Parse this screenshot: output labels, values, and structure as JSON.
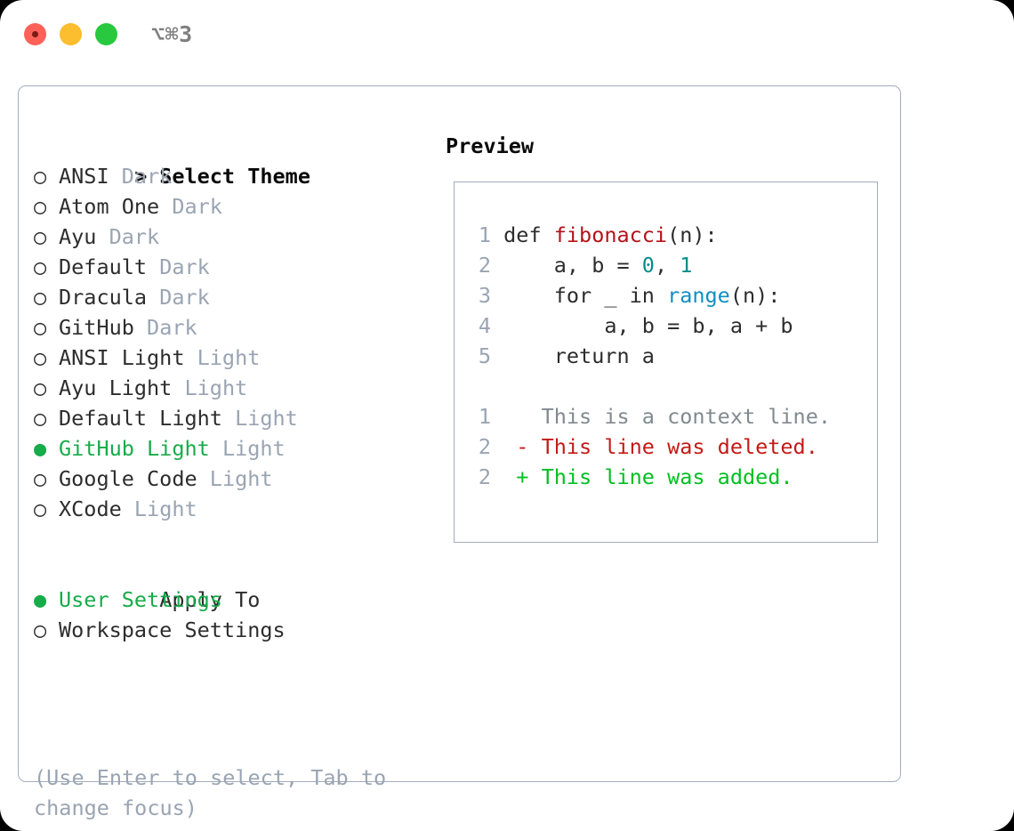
{
  "titlebar": {
    "shortcut": "⌥⌘3",
    "buttons": [
      "close",
      "minimize",
      "maximize"
    ]
  },
  "left": {
    "heading": {
      "marker": ">",
      "label": "Select Theme"
    },
    "themes": [
      {
        "marker": "○",
        "name": "ANSI",
        "category": "Dark",
        "selected": false
      },
      {
        "marker": "○",
        "name": "Atom One",
        "category": "Dark",
        "selected": false
      },
      {
        "marker": "○",
        "name": "Ayu",
        "category": "Dark",
        "selected": false
      },
      {
        "marker": "○",
        "name": "Default",
        "category": "Dark",
        "selected": false
      },
      {
        "marker": "○",
        "name": "Dracula",
        "category": "Dark",
        "selected": false
      },
      {
        "marker": "○",
        "name": "GitHub",
        "category": "Dark",
        "selected": false
      },
      {
        "marker": "○",
        "name": "ANSI Light",
        "category": "Light",
        "selected": false
      },
      {
        "marker": "○",
        "name": "Ayu Light",
        "category": "Light",
        "selected": false
      },
      {
        "marker": "○",
        "name": "Default Light",
        "category": "Light",
        "selected": false
      },
      {
        "marker": "●",
        "name": "GitHub Light",
        "category": "Light",
        "selected": true
      },
      {
        "marker": "○",
        "name": "Google Code",
        "category": "Light",
        "selected": false
      },
      {
        "marker": "○",
        "name": "XCode",
        "category": "Light",
        "selected": false
      }
    ],
    "apply_to": {
      "marker": " ",
      "heading": "Apply To",
      "options": [
        {
          "marker": "●",
          "label": "User Settings",
          "selected": true
        },
        {
          "marker": "○",
          "label": "Workspace Settings",
          "selected": false
        }
      ]
    },
    "hint": "(Use Enter to select, Tab to change focus)"
  },
  "right": {
    "title": "Preview",
    "code_lines": [
      {
        "no": "1",
        "segments": [
          {
            "text": "def ",
            "cls": "tok-kw"
          },
          {
            "text": "fibonacci",
            "cls": "tok-fn"
          },
          {
            "text": "(n):",
            "cls": "tok-plain"
          }
        ]
      },
      {
        "no": "2",
        "segments": [
          {
            "text": "    a, b = ",
            "cls": "tok-plain"
          },
          {
            "text": "0",
            "cls": "tok-num"
          },
          {
            "text": ", ",
            "cls": "tok-plain"
          },
          {
            "text": "1",
            "cls": "tok-num"
          }
        ]
      },
      {
        "no": "3",
        "segments": [
          {
            "text": "    for _ in ",
            "cls": "tok-kw"
          },
          {
            "text": "range",
            "cls": "tok-call"
          },
          {
            "text": "(n):",
            "cls": "tok-plain"
          }
        ]
      },
      {
        "no": "4",
        "segments": [
          {
            "text": "        a, b = b, a + b",
            "cls": "tok-plain"
          }
        ]
      },
      {
        "no": "5",
        "segments": [
          {
            "text": "    return a",
            "cls": "tok-kw"
          }
        ]
      }
    ],
    "diff_lines": [
      {
        "no": "1",
        "sign": " ",
        "text": "  This is a context line.",
        "cls": "diff-ctx"
      },
      {
        "no": "2",
        "sign": " ",
        "text": "- This line was deleted.",
        "cls": "diff-del"
      },
      {
        "no": "2",
        "sign": " ",
        "text": "+ This line was added.",
        "cls": "diff-add"
      }
    ]
  },
  "colors": {
    "accent_green": "#17ab4a",
    "diff_add": "#00c020",
    "diff_del": "#c41a16",
    "function_name": "#b3121a",
    "number": "#0b8a8a",
    "builtin": "#0f8fc4",
    "muted": "#9aa4b2",
    "border": "#a3adbd",
    "traffic_red": "#fd6158",
    "traffic_amber": "#fcbd2e",
    "traffic_green": "#28c93f"
  }
}
